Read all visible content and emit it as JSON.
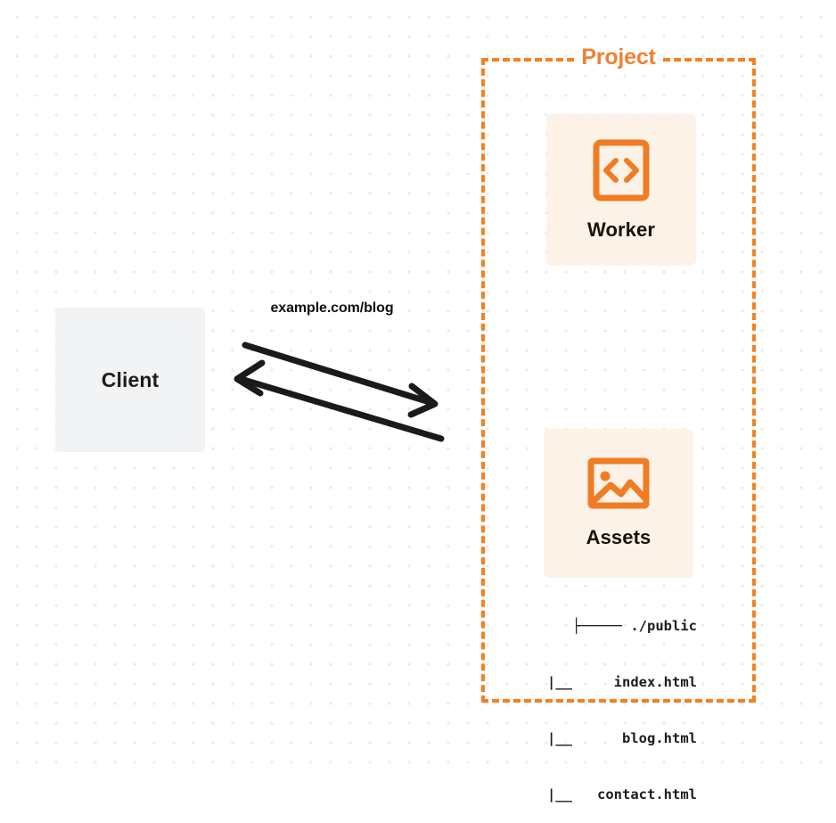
{
  "diagram": {
    "background": {
      "style": "dot-grid",
      "dot_color": "#e9eaec",
      "page_color": "#ffffff"
    },
    "colors": {
      "orange": "#f48120",
      "orange_title": "#ef8132",
      "card_fill": "#fdf2e7",
      "client_fill": "#f2f3f4",
      "text_dark": "#16130f",
      "arrow": "#1a1a1a"
    },
    "client": {
      "label": "Client"
    },
    "connector": {
      "label": "example.com/blog",
      "request_direction": "right",
      "response_direction": "left"
    },
    "project": {
      "title": "Project",
      "border_style": "dashed",
      "services": [
        {
          "id": "worker",
          "label": "Worker",
          "icon": "code-brackets-icon"
        },
        {
          "id": "assets",
          "label": "Assets",
          "icon": "image-icon"
        }
      ],
      "file_tree": [
        "├───── ./public",
        "     |__     index.html",
        "     |__      blog.html",
        "     |__   contact.html"
      ]
    }
  }
}
